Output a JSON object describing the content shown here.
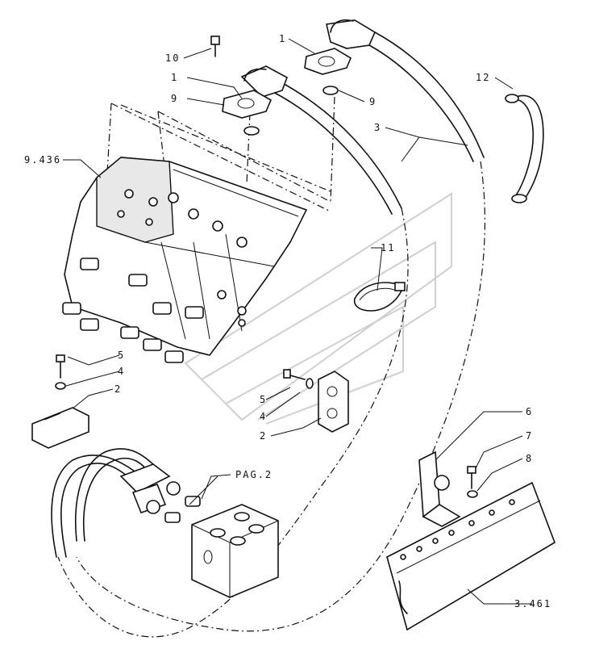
{
  "callouts": {
    "c10": "10",
    "c1a": "1",
    "c1b": "1",
    "c9a": "9",
    "c9b": "9",
    "c12": "12",
    "c3": "3",
    "c9436": "9.436",
    "c11": "11",
    "c5a": "5",
    "c4a": "4",
    "c2a": "2",
    "c5b": "5",
    "c4b": "4",
    "c2b": "2",
    "c6": "6",
    "c7": "7",
    "c8": "8",
    "pag2": "PAG.2",
    "c3461": "3.461"
  }
}
